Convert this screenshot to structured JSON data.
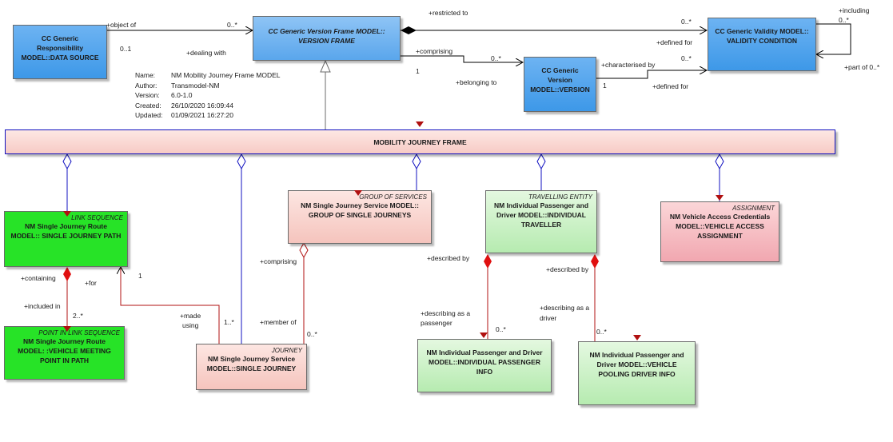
{
  "boxes": {
    "data_source": {
      "name": "CC Generic Responsibility MODEL::DATA SOURCE"
    },
    "version_frame": {
      "name": "CC Generic Version Frame MODEL:: VERSION FRAME"
    },
    "validity_condition": {
      "name": "CC Generic Validity MODEL:: VALIDITY CONDITION"
    },
    "version": {
      "name": "CC Generic Version MODEL::VERSION"
    },
    "mobility_journey_frame": {
      "name": "MOBILITY JOURNEY FRAME"
    },
    "single_journey_path": {
      "stereotype": "LINK SEQUENCE",
      "name": "NM Single Journey Route MODEL:: SINGLE JOURNEY PATH"
    },
    "vehicle_meeting_point": {
      "stereotype": "POINT IN LINK SEQUENCE",
      "name": "NM Single Journey Route MODEL: :VEHICLE MEETING POINT IN PATH"
    },
    "group_of_single_journeys": {
      "stereotype": "GROUP OF SERVICES",
      "name": "NM Single Journey Service MODEL:: GROUP OF SINGLE JOURNEYS"
    },
    "single_journey": {
      "stereotype": "JOURNEY",
      "name": "NM Single Journey Service MODEL::SINGLE JOURNEY"
    },
    "individual_traveller": {
      "stereotype": "TRAVELLING ENTITY",
      "name": "NM Individual Passenger and Driver MODEL::INDIVIDUAL TRAVELLER"
    },
    "vehicle_access_credentials": {
      "stereotype": "ASSIGNMENT",
      "name": "NM Vehicle Access Credentials MODEL::VEHICLE ACCESS ASSIGNMENT"
    },
    "individual_passenger_info": {
      "name": "NM Individual Passenger and Driver MODEL::INDIVIDUAL PASSENGER INFO"
    },
    "vehicle_pooling_driver_info": {
      "name": "NM Individual Passenger and Driver MODEL::VEHICLE POOLING DRIVER INFO"
    }
  },
  "metadata": {
    "name_key": "Name:",
    "name_val": "NM Mobility Journey Frame MODEL",
    "author_key": "Author:",
    "author_val": "Transmodel-NM",
    "version_key": "Version:",
    "version_val": "6.0-1.0",
    "created_key": "Created:",
    "created_val": "26/10/2020 16:09:44",
    "updated_key": "Updated:",
    "updated_val": "01/09/2021 16:27:20"
  },
  "labels": {
    "object_of": "+object of",
    "m_0n_a": "0..*",
    "m_01": "0..1",
    "dealing_with": "+dealing with",
    "restricted_to": "+restricted to",
    "m_0n_b": "0..*",
    "defined_for_a": "+defined for",
    "including": "+including",
    "m_0n_c": "0..*",
    "part_of": "+part of 0..*",
    "comprising_a": "+comprising",
    "m_0n_d": "0..*",
    "m_1a": "1",
    "belonging_to": "+belonging to",
    "characterised_by": "+characterised by",
    "m_0n_e": "0..*",
    "m_1b": "1",
    "defined_for_b": "+defined for",
    "containing": "+containing",
    "for": "+for",
    "m_1c": "1",
    "included_in": "+included in",
    "m_2n": "2..*",
    "made_using_1": "+made",
    "made_using_2": "using",
    "m_1n": "1..*",
    "comprising_b": "+comprising",
    "member_of": "+member of",
    "m_0n_f": "0..*",
    "described_by_a": "+described by",
    "describing_passenger_1": "+describing as a",
    "describing_passenger_2": "passenger",
    "m_0n_g": "0..*",
    "described_by_b": "+described by",
    "describing_driver_1": "+describing as a",
    "describing_driver_2": "driver",
    "m_0n_h": "0..*"
  },
  "colors": {
    "blue_line": "#1010c0",
    "red_line": "#b01010",
    "black_line": "#000000",
    "gray_line": "#6b6b6b"
  }
}
